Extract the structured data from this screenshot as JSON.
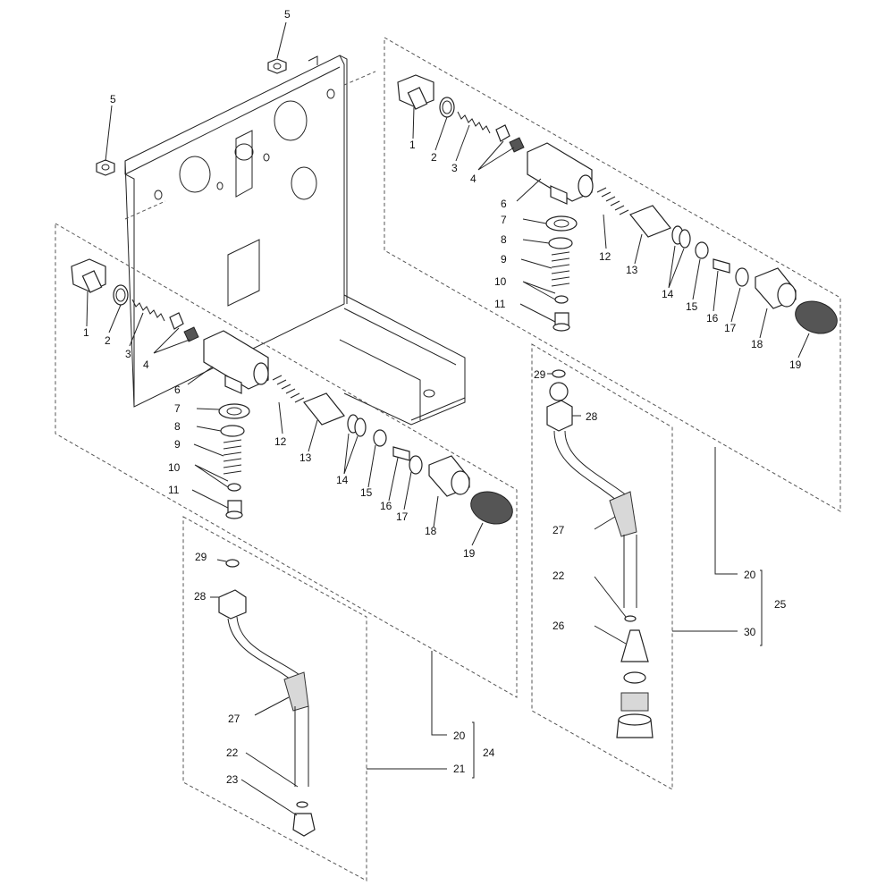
{
  "callouts": {
    "c5a": "5",
    "c5b": "5",
    "L1": "1",
    "L2": "2",
    "L3": "3",
    "L4": "4",
    "L6": "6",
    "L7": "7",
    "L8": "8",
    "L9": "9",
    "L10": "10",
    "L11": "11",
    "L12": "12",
    "L13": "13",
    "L14": "14",
    "L15": "15",
    "L16": "16",
    "L17": "17",
    "L18": "18",
    "L19": "19",
    "L20": "20",
    "L21": "21",
    "L22": "22",
    "L23": "23",
    "L24": "24",
    "L27": "27",
    "L28": "28",
    "L29": "29",
    "R1": "1",
    "R2": "2",
    "R3": "3",
    "R4": "4",
    "R6": "6",
    "R7": "7",
    "R8": "8",
    "R9": "9",
    "R10": "10",
    "R11": "11",
    "R12": "12",
    "R13": "13",
    "R14": "14",
    "R15": "15",
    "R16": "16",
    "R17": "17",
    "R18": "18",
    "R19": "19",
    "R20": "20",
    "R22": "22",
    "R25": "25",
    "R26": "26",
    "R27": "27",
    "R28": "28",
    "R29": "29",
    "R30": "30"
  }
}
